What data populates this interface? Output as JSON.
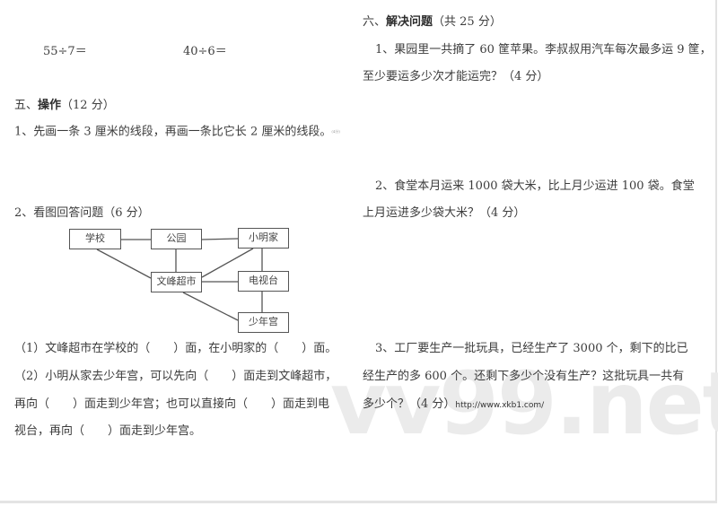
{
  "left_column": {
    "calc": {
      "expr1": "55÷7＝",
      "expr2": "40÷6＝"
    },
    "section5": {
      "title_num": "五、",
      "title_bold": "操作",
      "title_score": "（12 分）",
      "q1": {
        "text": "1、先画一条 3 厘米的线段，再画一条比它长 2 厘米的线段。",
        "score": "(4分)"
      },
      "q2": {
        "title": "2、看图回答问题（6 分）",
        "diagram": {
          "nodes": [
            {
              "id": "school",
              "label": "学校"
            },
            {
              "id": "park",
              "label": "公园"
            },
            {
              "id": "xiaoming_home",
              "label": "小明家"
            },
            {
              "id": "supermarket",
              "label": "文峰超市"
            },
            {
              "id": "tv_station",
              "label": "电视台"
            },
            {
              "id": "youth_palace",
              "label": "少年宫"
            }
          ],
          "edges": [
            [
              "school",
              "park"
            ],
            [
              "park",
              "xiaoming_home"
            ],
            [
              "school",
              "supermarket"
            ],
            [
              "park",
              "supermarket"
            ],
            [
              "xiaoming_home",
              "supermarket"
            ],
            [
              "supermarket",
              "tv_station"
            ],
            [
              "xiaoming_home",
              "tv_station"
            ],
            [
              "tv_station",
              "youth_palace"
            ],
            [
              "supermarket",
              "youth_palace"
            ]
          ]
        },
        "lines": [
          "（1）文峰超市在学校的（　　）面，在小明家的（　　）面。",
          "（2）小明从家去少年宫，可以先向（　　）面走到文峰超市，",
          "再向（　　）面走到少年宫；也可以直接向（　　）面走到电",
          "视台，再向（　　）面走到少年宫。"
        ]
      }
    }
  },
  "right_column": {
    "section6": {
      "title_num": "六、",
      "title_bold": "解决问题",
      "title_score": "（共 25 分）",
      "q1": [
        "1、果园里一共摘了 60 筐苹果。李叔叔用汽车每次最多运 9 筐，",
        "至少要运多少次才能运完？（4 分）"
      ],
      "q2": [
        "2、食堂本月运来 1000 袋大米，比上月少运进 100 袋。食堂",
        "上月运进多少袋大米？（4 分）"
      ],
      "q3": [
        "3、工厂要生产一批玩具，已经生产了 3000 个，剩下的比已",
        "经生产的多 600 个。还剩下多少个没有生产？这批玩具一共有",
        "多少个？（4 分）"
      ],
      "q3_url": "http://www.xkb1.com/"
    }
  },
  "watermark": "vv99.net"
}
